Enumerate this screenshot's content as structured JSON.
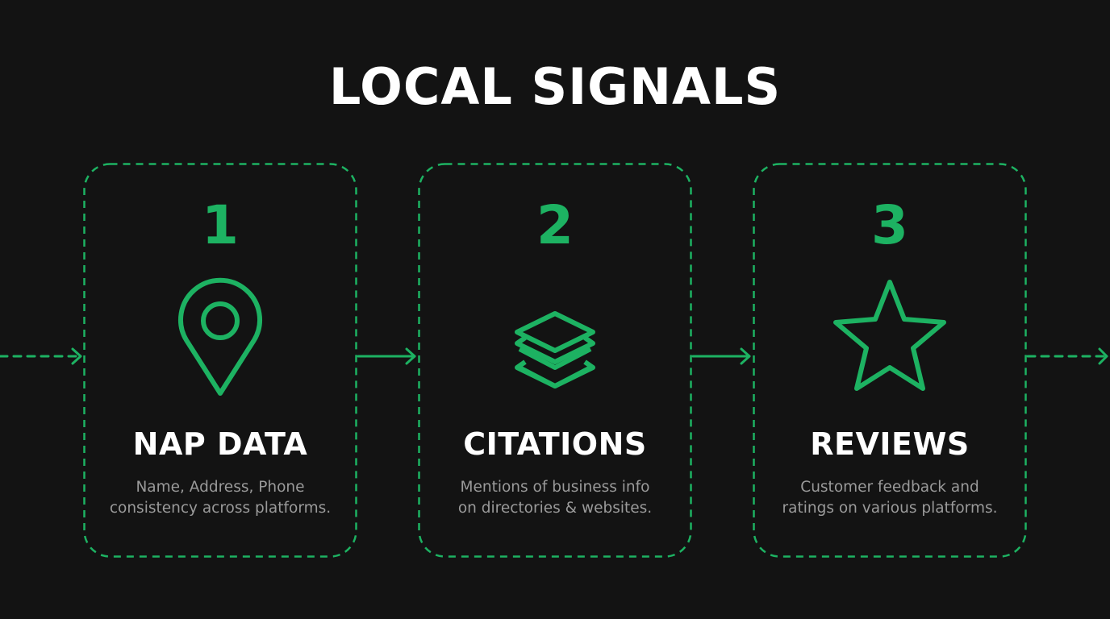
{
  "title": "LOCAL SIGNALS",
  "colors": {
    "background": "#131313",
    "accent": "#1db262",
    "heading": "#ffffff",
    "description": "#9a9a9a"
  },
  "steps": [
    {
      "number": "1",
      "icon": "map-pin-icon",
      "heading": "NAP DATA",
      "description": [
        "Name, Address, Phone",
        "consistency across platforms."
      ]
    },
    {
      "number": "2",
      "icon": "layers-icon",
      "heading": "CITATIONS",
      "description": [
        "Mentions of business info",
        "on directories & websites."
      ]
    },
    {
      "number": "3",
      "icon": "star-icon",
      "heading": "REVIEWS",
      "description": [
        "Customer feedback and",
        "ratings on various platforms."
      ]
    }
  ],
  "connectors": [
    {
      "from": "left-edge",
      "to": "step-1",
      "style": "dashed"
    },
    {
      "from": "step-1",
      "to": "step-2",
      "style": "solid"
    },
    {
      "from": "step-2",
      "to": "step-3",
      "style": "solid"
    },
    {
      "from": "step-3",
      "to": "right-edge",
      "style": "dashed"
    }
  ]
}
